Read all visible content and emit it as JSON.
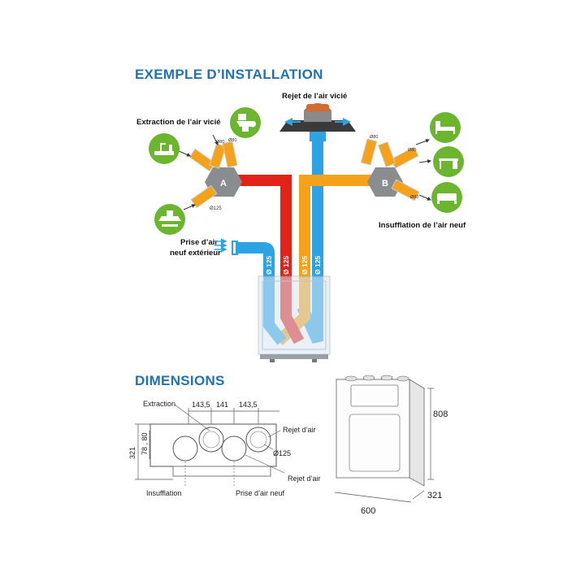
{
  "headings": {
    "installation": "EXEMPLE D’INSTALLATION",
    "dimensions": "DIMENSIONS"
  },
  "installation": {
    "label_rejet": "Rejet de l’air vicié",
    "label_extraction": "Extraction de l’air vicié",
    "label_insufflation": "Insufflation de l’air neuf",
    "label_prise_line1": "Prise d’air",
    "label_prise_line2": "neuf extérieur",
    "hub_a": "A",
    "hub_b": "B",
    "hub_a_diameter": "Ø125",
    "hub_a_small_1": "Ø80",
    "hub_a_small_2": "Ø80",
    "hub_b_small_1": "Ø80",
    "hub_b_small_2": "Ø80",
    "hub_b_small_3": "Ø80",
    "pipe_labels": [
      "Ø 125",
      "Ø 125",
      "Ø 125",
      "Ø 125"
    ],
    "icons": {
      "extraction": [
        "toilet-icon",
        "kitchen-sink-icon",
        "cooker-hood-icon"
      ],
      "insufflation": [
        "bed-icon",
        "desk-icon",
        "sofa-icon"
      ]
    },
    "colors": {
      "blue_pipe": "#2ea3e3",
      "red_pipe": "#e2231a",
      "orange_pipe": "#f5a21b",
      "icon_green": "#6bb52f",
      "heading_blue": "#1f72b8"
    }
  },
  "dimensions": {
    "label_extraction": "Extraction",
    "label_rejet_top": "Rejet d’air",
    "label_rejet_bottom": "Rejet d’air",
    "label_insufflation": "Insufflation",
    "label_prise": "Prise d’air neuf",
    "diameter": "Ø125",
    "dim_left": "143,5",
    "dim_mid": "141",
    "dim_right": "143,5",
    "dim_height_small": "78 , 80",
    "dim_height_total": "321",
    "unit_height": "808",
    "unit_depth": "321",
    "unit_width": "600"
  }
}
